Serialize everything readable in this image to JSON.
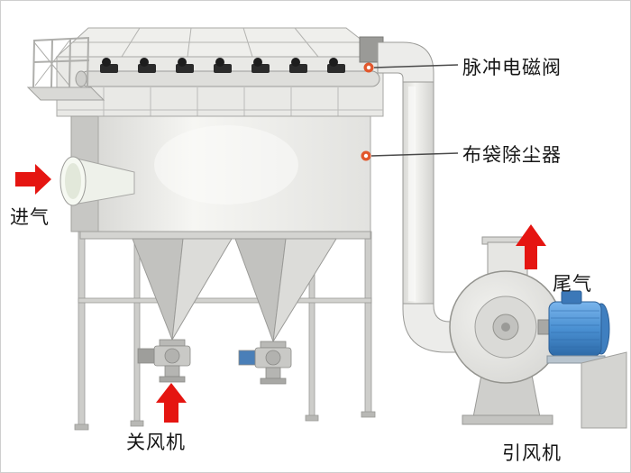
{
  "diagram": {
    "type": "equipment-annotation",
    "subject": "baghouse-dust-collector-system",
    "callouts": [
      {
        "id": "pulse-valve",
        "label": "脉冲电磁阀",
        "style": "dot-line"
      },
      {
        "id": "baghouse",
        "label": "布袋除尘器",
        "style": "dot-line"
      },
      {
        "id": "air-inlet",
        "label": "进气",
        "style": "red-arrow-right"
      },
      {
        "id": "exhaust",
        "label": "尾气",
        "style": "red-arrow-up"
      },
      {
        "id": "rotary-airlock",
        "label": "关风机",
        "style": "red-arrow-up"
      },
      {
        "id": "induced-draft-fan",
        "label": "引风机",
        "style": "text-only"
      }
    ],
    "colors": {
      "arrow_red": "#e51511",
      "callout_dot": "#e2572c",
      "callout_line": "#4a4a4a",
      "motor_blue": "#4a90d2",
      "text": "#161616",
      "background": "#ffffff",
      "border": "#cfcfcf"
    }
  }
}
